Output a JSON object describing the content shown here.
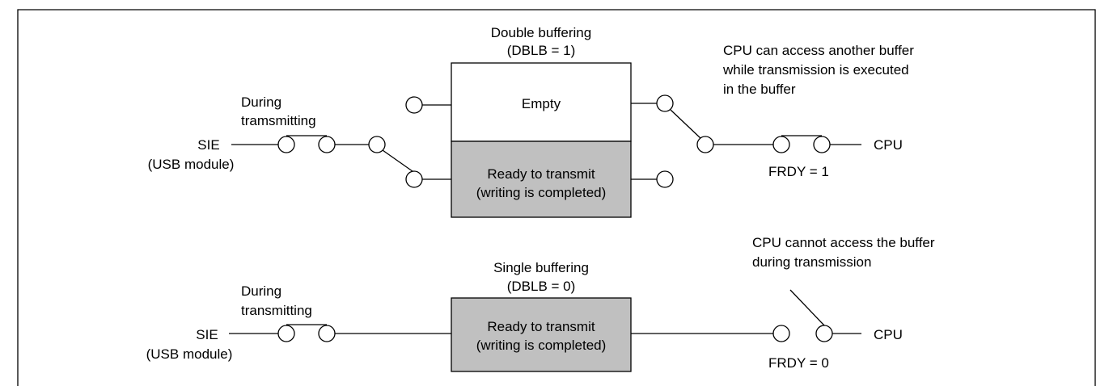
{
  "colors": {
    "line": "#000000",
    "background": "#ffffff",
    "buffer_empty": "#ffffff",
    "buffer_ready": "#c0c0c0"
  },
  "double": {
    "title_line1": "Double buffering",
    "title_line2": "(DBLB = 1)",
    "buffer_empty_label": "Empty",
    "buffer_ready_line1": "Ready to transmit",
    "buffer_ready_line2": "(writing is completed)",
    "during_line1": "During",
    "during_line2": "tramsmitting",
    "sie_label": "SIE",
    "usb_module_label": "(USB module)",
    "cpu_label": "CPU",
    "frdy_label": "FRDY = 1",
    "note_line1": "CPU can access another buffer",
    "note_line2": "while transmission is executed",
    "note_line3": "in the buffer"
  },
  "single": {
    "title_line1": "Single buffering",
    "title_line2": "(DBLB = 0)",
    "buffer_ready_line1": "Ready to transmit",
    "buffer_ready_line2": "(writing is completed)",
    "during_line1": "During",
    "during_line2": "transmitting",
    "sie_label": "SIE",
    "usb_module_label": "(USB module)",
    "cpu_label": "CPU",
    "frdy_label": "FRDY = 0",
    "note_line1": "CPU cannot access the buffer",
    "note_line2": "during transmission"
  }
}
